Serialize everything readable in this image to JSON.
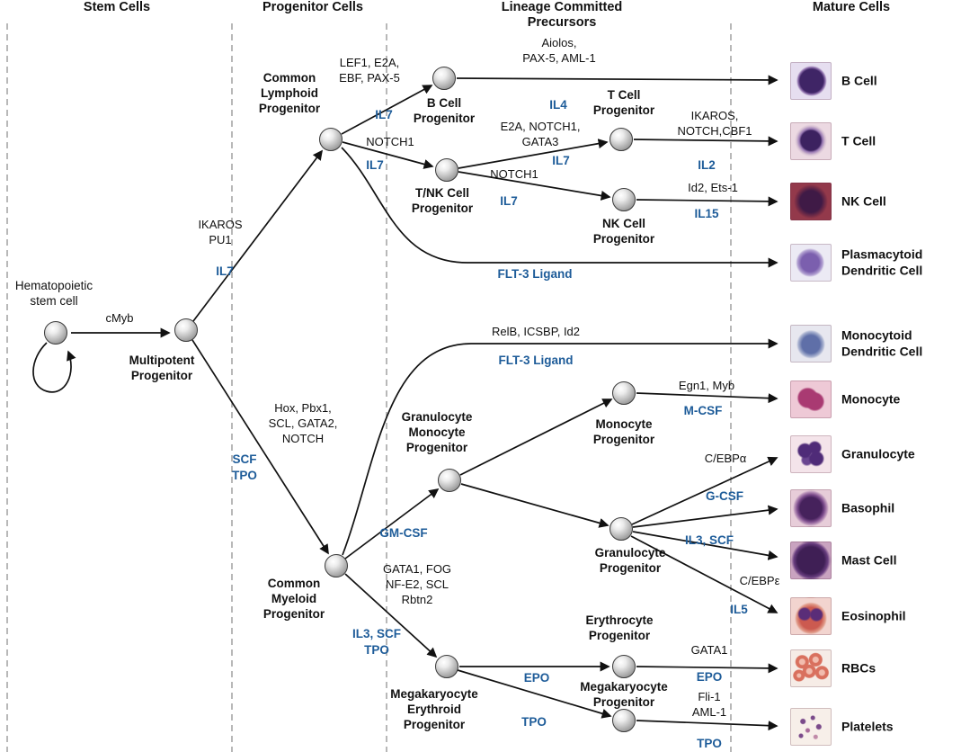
{
  "colors": {
    "cytokine_blue": "#1e5c99",
    "arrow_black": "#111111"
  },
  "columns": [
    {
      "label": "Stem Cells"
    },
    {
      "label": "Progenitor Cells"
    },
    {
      "label": "Lineage Committed\nPrecursors"
    },
    {
      "label": "Mature Cells"
    }
  ],
  "nodes": {
    "hsc": {
      "label": "Hematopoietic\nstem cell"
    },
    "mpp": {
      "label": "Multipotent\nProgenitor"
    },
    "clp": {
      "label": "Common\nLymphoid\nProgenitor"
    },
    "bcp": {
      "label": "B Cell\nProgenitor"
    },
    "tnk": {
      "label": "T/NK Cell\nProgenitor"
    },
    "tcp": {
      "label": "T Cell\nProgenitor"
    },
    "nkp": {
      "label": "NK Cell\nProgenitor"
    },
    "cmp": {
      "label": "Common\nMyeloid\nProgenitor"
    },
    "gmp": {
      "label": "Granulocyte\nMonocyte\nProgenitor"
    },
    "mop": {
      "label": "Monocyte\nProgenitor"
    },
    "grp": {
      "label": "Granulocyte\nProgenitor"
    },
    "mep": {
      "label": "Megakaryocyte\nErythroid\nProgenitor"
    },
    "erp": {
      "label": "Erythrocyte\nProgenitor"
    },
    "mkp": {
      "label": "Megakaryocyte\nProgenitor"
    }
  },
  "edges": {
    "hsc_mpp": {
      "tf": "cMyb"
    },
    "mpp_clp": {
      "tf": "IKAROS\nPU1",
      "ck": "IL7"
    },
    "mpp_cmp": {
      "tf": "Hox, Pbx1,\nSCL, GATA2,\nNOTCH",
      "ck": "SCF\nTPO"
    },
    "clp_bcp": {
      "tf": "LEF1, E2A,\nEBF, PAX-5",
      "ck": "IL7"
    },
    "clp_tnk": {
      "tf": "NOTCH1",
      "ck": "IL7"
    },
    "clp_pdc": {
      "ck": "FLT-3 Ligand"
    },
    "bcp_bcell": {
      "tf": "Aiolos,\nPAX-5, AML-1",
      "ck": "IL4"
    },
    "tnk_tcp": {
      "tf": "E2A, NOTCH1,\nGATA3",
      "ck": "IL7"
    },
    "tnk_nkp": {
      "tf": "NOTCH1",
      "ck": "IL7"
    },
    "tcp_tcell": {
      "tf": "IKAROS,\nNOTCH,CBF1",
      "ck": "IL2"
    },
    "nkp_nkcell": {
      "tf": "Id2, Ets-1",
      "ck": "IL15"
    },
    "cmp_mdc": {
      "tf": "RelB, ICSBP, Id2",
      "ck": "FLT-3 Ligand"
    },
    "cmp_gmp": {
      "ck": "GM-CSF"
    },
    "cmp_mep": {
      "tf": "GATA1, FOG\nNF-E2, SCL\nRbtn2",
      "ck": "IL3, SCF\nTPO"
    },
    "mop_monocyte": {
      "tf": "Egn1, Myb",
      "ck": "M-CSF"
    },
    "grp_granulocyte": {
      "tf": "C/EBPα",
      "ck": "G-CSF"
    },
    "grp_baso_mast": {
      "ck": "IL3, SCF"
    },
    "grp_eosinophil": {
      "tf": "C/EBPε",
      "ck": "IL5"
    },
    "mep_erp": {
      "ck": "EPO"
    },
    "mep_mkp": {
      "ck": "TPO"
    },
    "erp_rbc": {
      "tf": "GATA1",
      "ck": "EPO"
    },
    "mkp_platelets": {
      "tf": "Fli-1\nAML-1",
      "ck": "TPO"
    }
  },
  "mature": [
    {
      "label": "B Cell"
    },
    {
      "label": "T Cell"
    },
    {
      "label": "NK Cell"
    },
    {
      "label": "Plasmacytoid\nDendritic Cell"
    },
    {
      "label": "Monocytoid\nDendritic Cell"
    },
    {
      "label": "Monocyte"
    },
    {
      "label": "Granulocyte"
    },
    {
      "label": "Basophil"
    },
    {
      "label": "Mast Cell"
    },
    {
      "label": "Eosinophil"
    },
    {
      "label": "RBCs"
    },
    {
      "label": "Platelets"
    }
  ]
}
